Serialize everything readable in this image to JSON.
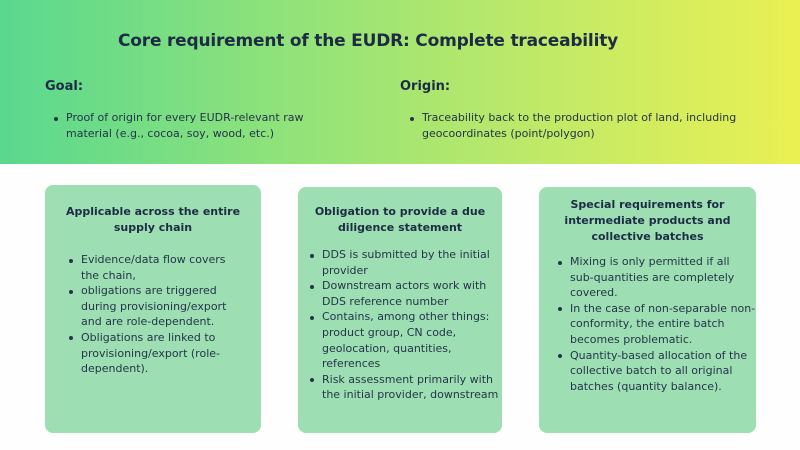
{
  "header": {
    "title": "Core requirement of the EUDR: Complete traceability",
    "gradient_colors": [
      "#5ad88f",
      "#8fe27a",
      "#c3ea66",
      "#eaf052"
    ]
  },
  "goal": {
    "heading": "Goal:",
    "items": [
      "Proof of origin for every EUDR-relevant raw material (e.g., cocoa, soy, wood, etc.)"
    ]
  },
  "origin": {
    "heading": "Origin:",
    "items": [
      "Traceability back to the production plot of land, including geocoordinates (point/polygon)"
    ]
  },
  "cards": [
    {
      "title": "Applicable across the entire supply chain",
      "items": [
        "Evidence/data flow covers the chain,",
        "obligations are triggered during provisioning/export and are role-dependent.",
        "Obligations are linked to provisioning/export (role-dependent)."
      ]
    },
    {
      "title": "Obligation to provide a due diligence statement",
      "items": [
        "DDS is submitted by the initial provider",
        "Downstream actors work with DDS reference number",
        "Contains, among other things: product group, CN code, geolocation, quantities, references",
        "Risk assessment primarily with the initial provider, downstream"
      ]
    },
    {
      "title": "Special requirements for intermediate products and collective batches",
      "items": [
        "Mixing is only permitted if all sub-quantities are completely covered.",
        "In the case of non-separable non-conformity, the entire batch becomes problematic.",
        "Quantity-based allocation of the collective batch to all original batches (quantity balance)."
      ]
    }
  ],
  "colors": {
    "card_background": "#9ddfb3",
    "heading_text": "#1d2b44",
    "body_text": "#25344a",
    "page_background": "#fefefe"
  }
}
